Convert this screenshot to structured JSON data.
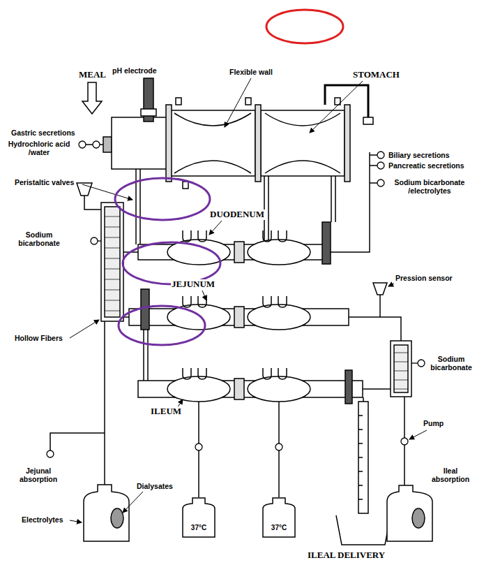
{
  "diagram": {
    "nodes": [
      {
        "text": [
          "37°C"
        ]
      },
      {
        "text": [
          "37°C"
        ]
      }
    ],
    "labels": [
      "MEAL",
      "pH electrode",
      "Flexible wall",
      "STOMACH",
      "Gastric secretions",
      "Hydrochloric acid /water",
      "Peristaltic valves",
      "Biliary secretions",
      "Pancreatic secretions",
      "Sodium bicarbonate /electrolytes",
      "DUODENUM",
      "Pression sensor",
      "Sodium bicarbonate",
      "JEJUNUM",
      "Hollow Fibers",
      "Sodium bicarbonate",
      "ILEUM",
      "Pump",
      "Jejunal absorption",
      "Dialysates",
      "Electrolytes",
      "Ileal absorption",
      "ILEAL DELIVERY"
    ]
  }
}
